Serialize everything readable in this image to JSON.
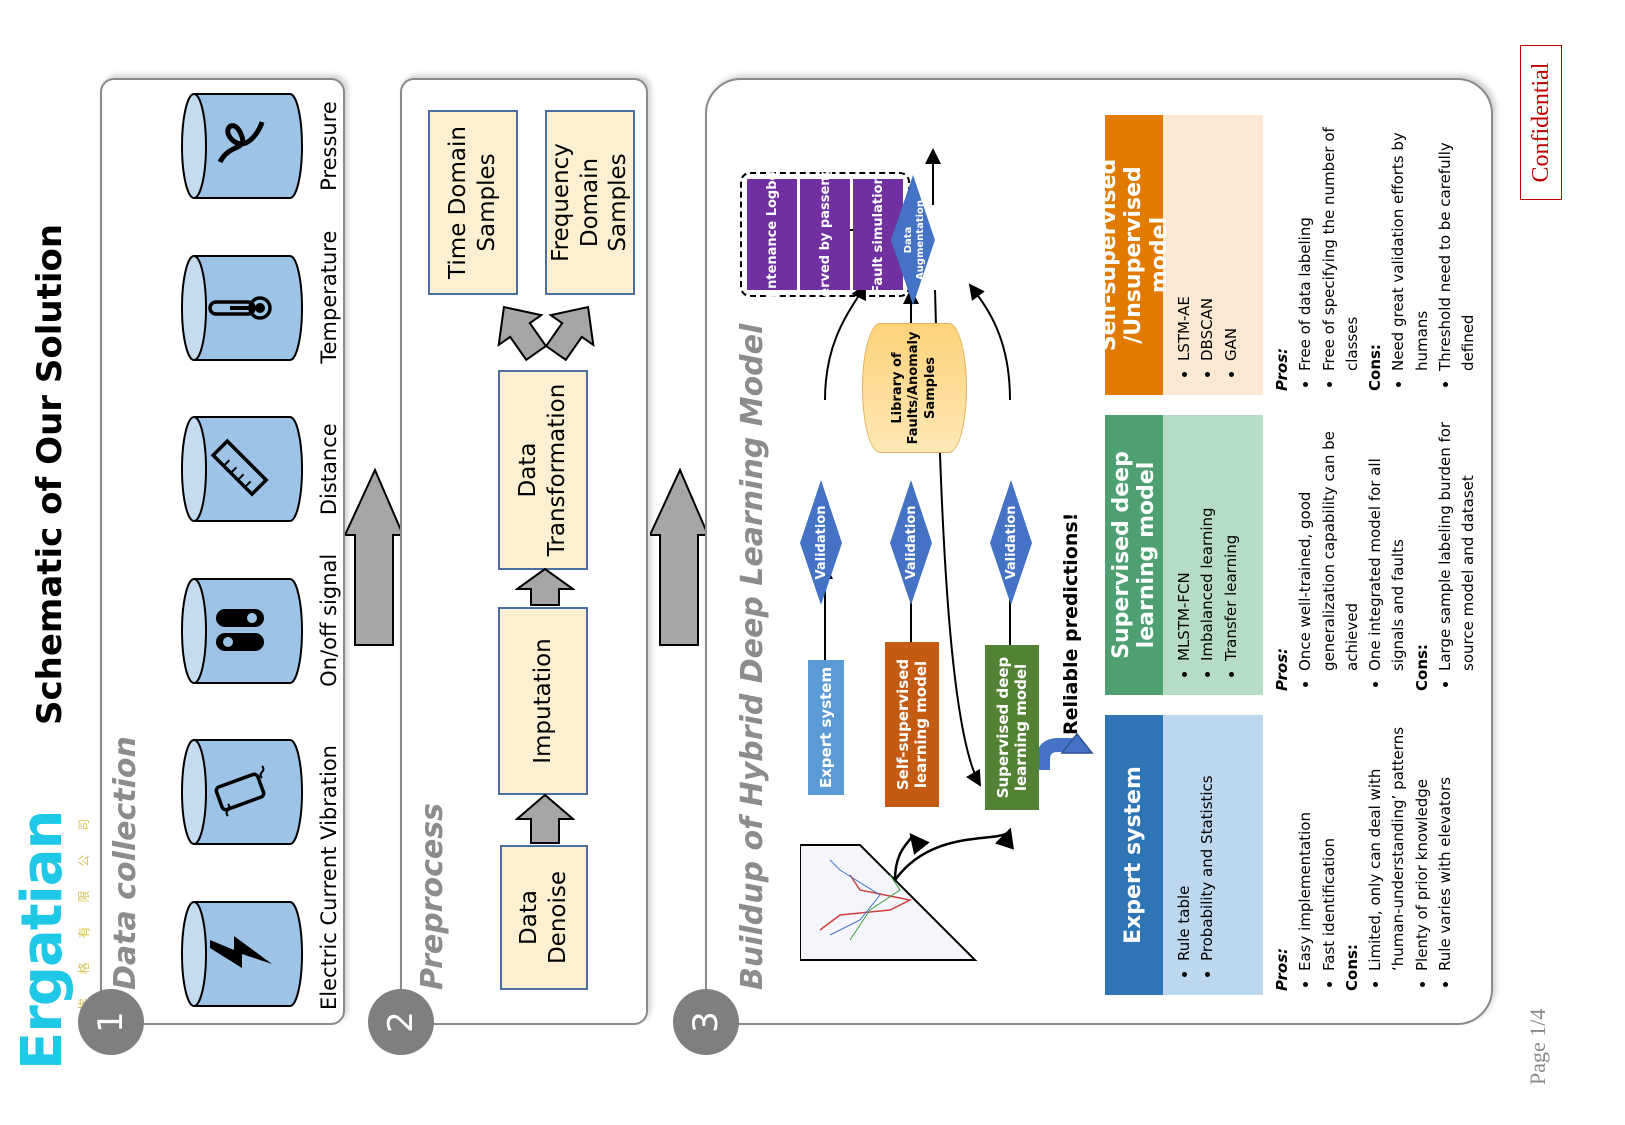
{
  "slide": {
    "title": "Schematic of Our Solution",
    "logo": {
      "text": "Ergatian",
      "subtitle": "埃 格 有 限 公 司"
    },
    "confidential_label": "Confidential",
    "page_label": "Page 1/4",
    "colors": {
      "accent_cyan": "#1ec8e6",
      "panel_border": "#8a8a8a",
      "sensor_fill": "#9dc3e6",
      "process_fill": "#fdf0d2",
      "purple": "#7030a0",
      "diamond_blue": "#4472c4",
      "expert_blue": "#5b9bd5",
      "self_sup_orange": "#c55a11",
      "supervised_green": "#548235",
      "confidential_red": "#c00000"
    }
  },
  "sections": [
    {
      "number": "1",
      "title": "Data collection",
      "sensors": [
        {
          "label": "Electric Current",
          "icon": "lightning-icon"
        },
        {
          "label": "Vibration",
          "icon": "vibrating-phone-icon"
        },
        {
          "label": "On/off signal",
          "icon": "toggle-switch-icon"
        },
        {
          "label": "Distance",
          "icon": "ruler-icon"
        },
        {
          "label": "Temperature",
          "icon": "thermometer-icon"
        },
        {
          "label": "Pressure",
          "icon": "knot-icon"
        }
      ]
    },
    {
      "number": "2",
      "title": "Preprocess",
      "steps": [
        "Data Denoise",
        "Imputation",
        "Data Transformation"
      ],
      "outputs": [
        "Time Domain Samples",
        "Frequency Domain Samples"
      ]
    },
    {
      "number": "3",
      "title": "Buildup of Hybrid Deep Learning Model",
      "sources": [
        "Maintenance Logbook",
        "Observed by passengers",
        "Fault simulation"
      ],
      "augmentation_label": "Data Augmentation",
      "library_label": "Library of Faults/Anomaly Samples",
      "validation_label": "Validation",
      "models": [
        "Expert system",
        "Self-supervised learning model",
        "Supervised deep learning model"
      ],
      "output_label": "Reliable predictions!",
      "cards": [
        {
          "title": "Expert system",
          "items": [
            "Rule table",
            "Probability and Statistics"
          ],
          "pros_label": "Pros:",
          "pros": [
            "Easy implementation",
            "Fast identification"
          ],
          "cons_label": "Cons:",
          "cons": [
            "Limited, only can deal with ‘human-understanding’ patterns",
            "Plenty of prior knowledge",
            "Rule varies with elevators"
          ]
        },
        {
          "title": "Supervised deep learning model",
          "items": [
            "MLSTM-FCN",
            "Imbalanced learning",
            "Transfer learning"
          ],
          "pros_label": "Pros:",
          "pros": [
            "Once well-trained, good generalization capability can be achieved",
            "One integrated model for all signals and faults"
          ],
          "cons_label": "Cons:",
          "cons": [
            "Large sample labeling burden for source model and dataset"
          ]
        },
        {
          "title": "Self-supervised /Unsupervised model",
          "items": [
            "LSTM-AE",
            "DBSCAN",
            "GAN"
          ],
          "pros_label": "Pros:",
          "pros": [
            "Free of data labeling",
            "Free of specifying the number of classes"
          ],
          "cons_label": "Cons:",
          "cons": [
            "Need great validation efforts by humans",
            "Threshold need to be carefully defined"
          ]
        }
      ]
    }
  ]
}
